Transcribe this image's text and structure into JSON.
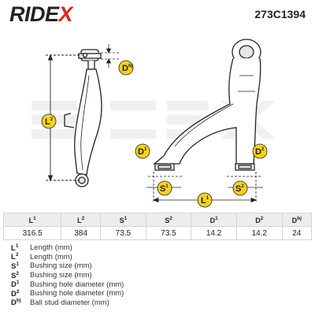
{
  "header": {
    "brand_main": "RIDE",
    "brand_x": "X",
    "part_number": "273C1394"
  },
  "colors": {
    "brand_red": "#e2231a",
    "badge_yellow": "#f5d21e",
    "line_dark": "#222222",
    "table_header_bg": "#ededed"
  },
  "drawing": {
    "labels": {
      "dbj": {
        "main": "D",
        "sup": "bj"
      },
      "l2": {
        "main": "L",
        "sup": "2"
      },
      "l1": {
        "main": "L",
        "sup": "1"
      },
      "d1": {
        "main": "D",
        "sup": "1"
      },
      "d2": {
        "main": "D",
        "sup": "2"
      },
      "s1": {
        "main": "S",
        "sup": "1"
      },
      "s2": {
        "main": "S",
        "sup": "2"
      }
    }
  },
  "table": {
    "headers": [
      {
        "main": "L",
        "sup": "1"
      },
      {
        "main": "L",
        "sup": "2"
      },
      {
        "main": "S",
        "sup": "1"
      },
      {
        "main": "S",
        "sup": "2"
      },
      {
        "main": "D",
        "sup": "1"
      },
      {
        "main": "D",
        "sup": "2"
      },
      {
        "main": "D",
        "sup": "bj"
      }
    ],
    "values": [
      "316.5",
      "384",
      "73.5",
      "73.5",
      "14.2",
      "14.2",
      "24"
    ]
  },
  "legend": [
    {
      "main": "L",
      "sup": "1",
      "desc": "Length (mm)"
    },
    {
      "main": "L",
      "sup": "2",
      "desc": "Length (mm)"
    },
    {
      "main": "S",
      "sup": "1",
      "desc": "Bushing size (mm)"
    },
    {
      "main": "S",
      "sup": "2",
      "desc": "Bushing size (mm)"
    },
    {
      "main": "D",
      "sup": "1",
      "desc": "Bushing hole diameter (mm)"
    },
    {
      "main": "D",
      "sup": "2",
      "desc": "Bushing hole diameter (mm)"
    },
    {
      "main": "D",
      "sup": "bj",
      "desc": "Ball stud diameter (mm)"
    }
  ]
}
